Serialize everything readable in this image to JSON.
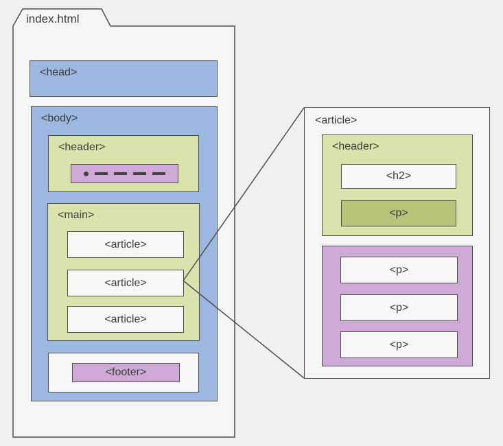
{
  "diagram": {
    "title": "index.html",
    "colors": {
      "background": "#f0f0f0",
      "folder_fill": "#f5f5f5",
      "blue": "#9cb8e0",
      "green": "#d9e3ab",
      "olive": "#b8c377",
      "purple": "#cfa9d5",
      "leaf_fill": "#f7f7f7",
      "border": "#4d4d4d"
    },
    "document": {
      "head": {
        "label": "<head>"
      },
      "body": {
        "label": "<body>",
        "header": {
          "label": "<header>",
          "nav_placeholder": {
            "icon": "dot-dashes-placeholder"
          }
        },
        "main": {
          "label": "<main>",
          "articles": [
            "<article>",
            "<article>",
            "<article>"
          ]
        },
        "footer": {
          "label": "<footer>"
        }
      }
    },
    "detail": {
      "label": "<article>",
      "header": {
        "label": "<header>",
        "h2_label": "<h2>",
        "p_label": "<p>"
      },
      "paragraphs": [
        "<p>",
        "<p>",
        "<p>"
      ]
    }
  }
}
